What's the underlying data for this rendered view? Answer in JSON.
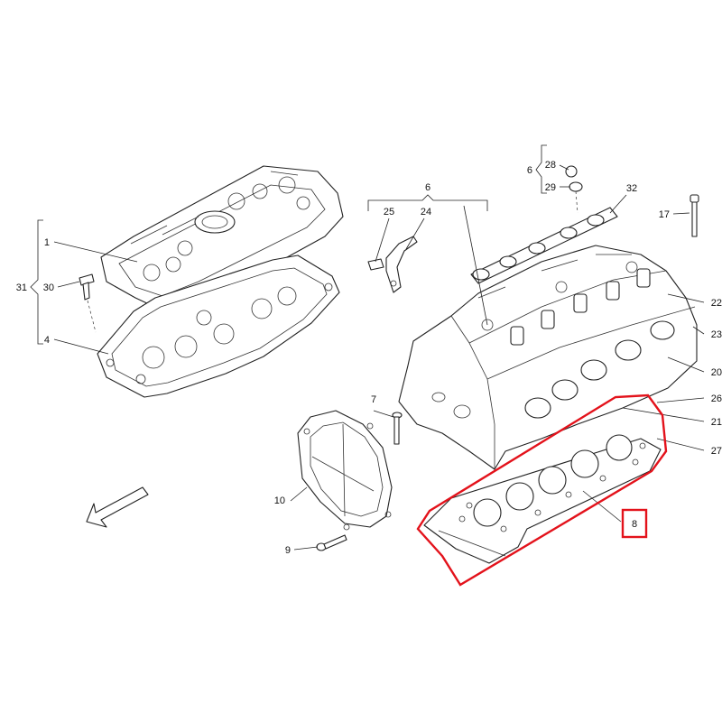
{
  "callouts": {
    "c1": "1",
    "c4": "4",
    "c6a": "6",
    "c6b": "6",
    "c7": "7",
    "c8": "8",
    "c9": "9",
    "c10": "10",
    "c17": "17",
    "c20": "20",
    "c21": "21",
    "c22": "22",
    "c23": "23",
    "c24": "24",
    "c25": "25",
    "c26": "26",
    "c27": "27",
    "c28": "28",
    "c29": "29",
    "c30": "30",
    "c31": "31",
    "c32": "32"
  },
  "highlight": {
    "color": "#e3121b",
    "highlighted_part": "8"
  }
}
